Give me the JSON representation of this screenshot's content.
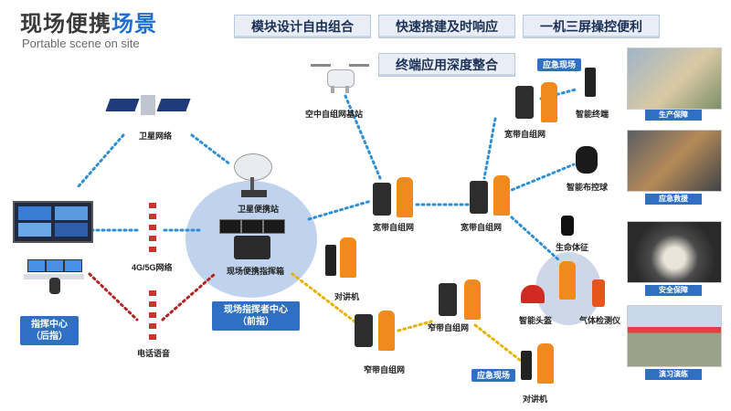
{
  "header": {
    "title_prefix": "现场便携",
    "title_highlight": "场景",
    "subtitle": "Portable scene on site"
  },
  "features": [
    "模块设计自由组合",
    "快速搭建及时响应",
    "一机三屏操控便利",
    "终端应用深度整合"
  ],
  "nodes": {
    "satellite": "卫星网络",
    "drone": "空中自组网基站",
    "sat_station": "卫星便携站",
    "cell_4g5g": "4G/5G网络",
    "phone_voice": "电话语音",
    "command_box": "现场便携指挥箱",
    "broadband_1": "宽带自组网",
    "broadband_2": "宽带自组网",
    "broadband_3": "宽带自组网",
    "intercom_1": "对讲机",
    "intercom_2": "对讲机",
    "narrowband_1": "窄带自组网",
    "narrowband_2": "窄带自组网",
    "smart_terminal": "智能终端",
    "smart_ball": "智能布控球",
    "vital_signs": "生命体征",
    "smart_helmet": "智能头盔",
    "gas_detector": "气体检测仪"
  },
  "tags": {
    "emergency_scene_top": "应急现场",
    "emergency_scene_bottom": "应急现场",
    "command_center_rear": "指挥中心\n（后指）",
    "field_command_front": "现场指挥者中心\n（前指）"
  },
  "photos": [
    {
      "caption": "生产保障"
    },
    {
      "caption": "应急救援"
    },
    {
      "caption": "安全保障"
    },
    {
      "caption": "演习演练"
    }
  ],
  "colors": {
    "accent": "#1e6fd0",
    "tag_blue": "#2f6fc4",
    "line_blue": "#2e8fd6",
    "line_red": "#b22222",
    "line_yellow": "#e3b300",
    "oval_blue": "#a9c4e8"
  }
}
